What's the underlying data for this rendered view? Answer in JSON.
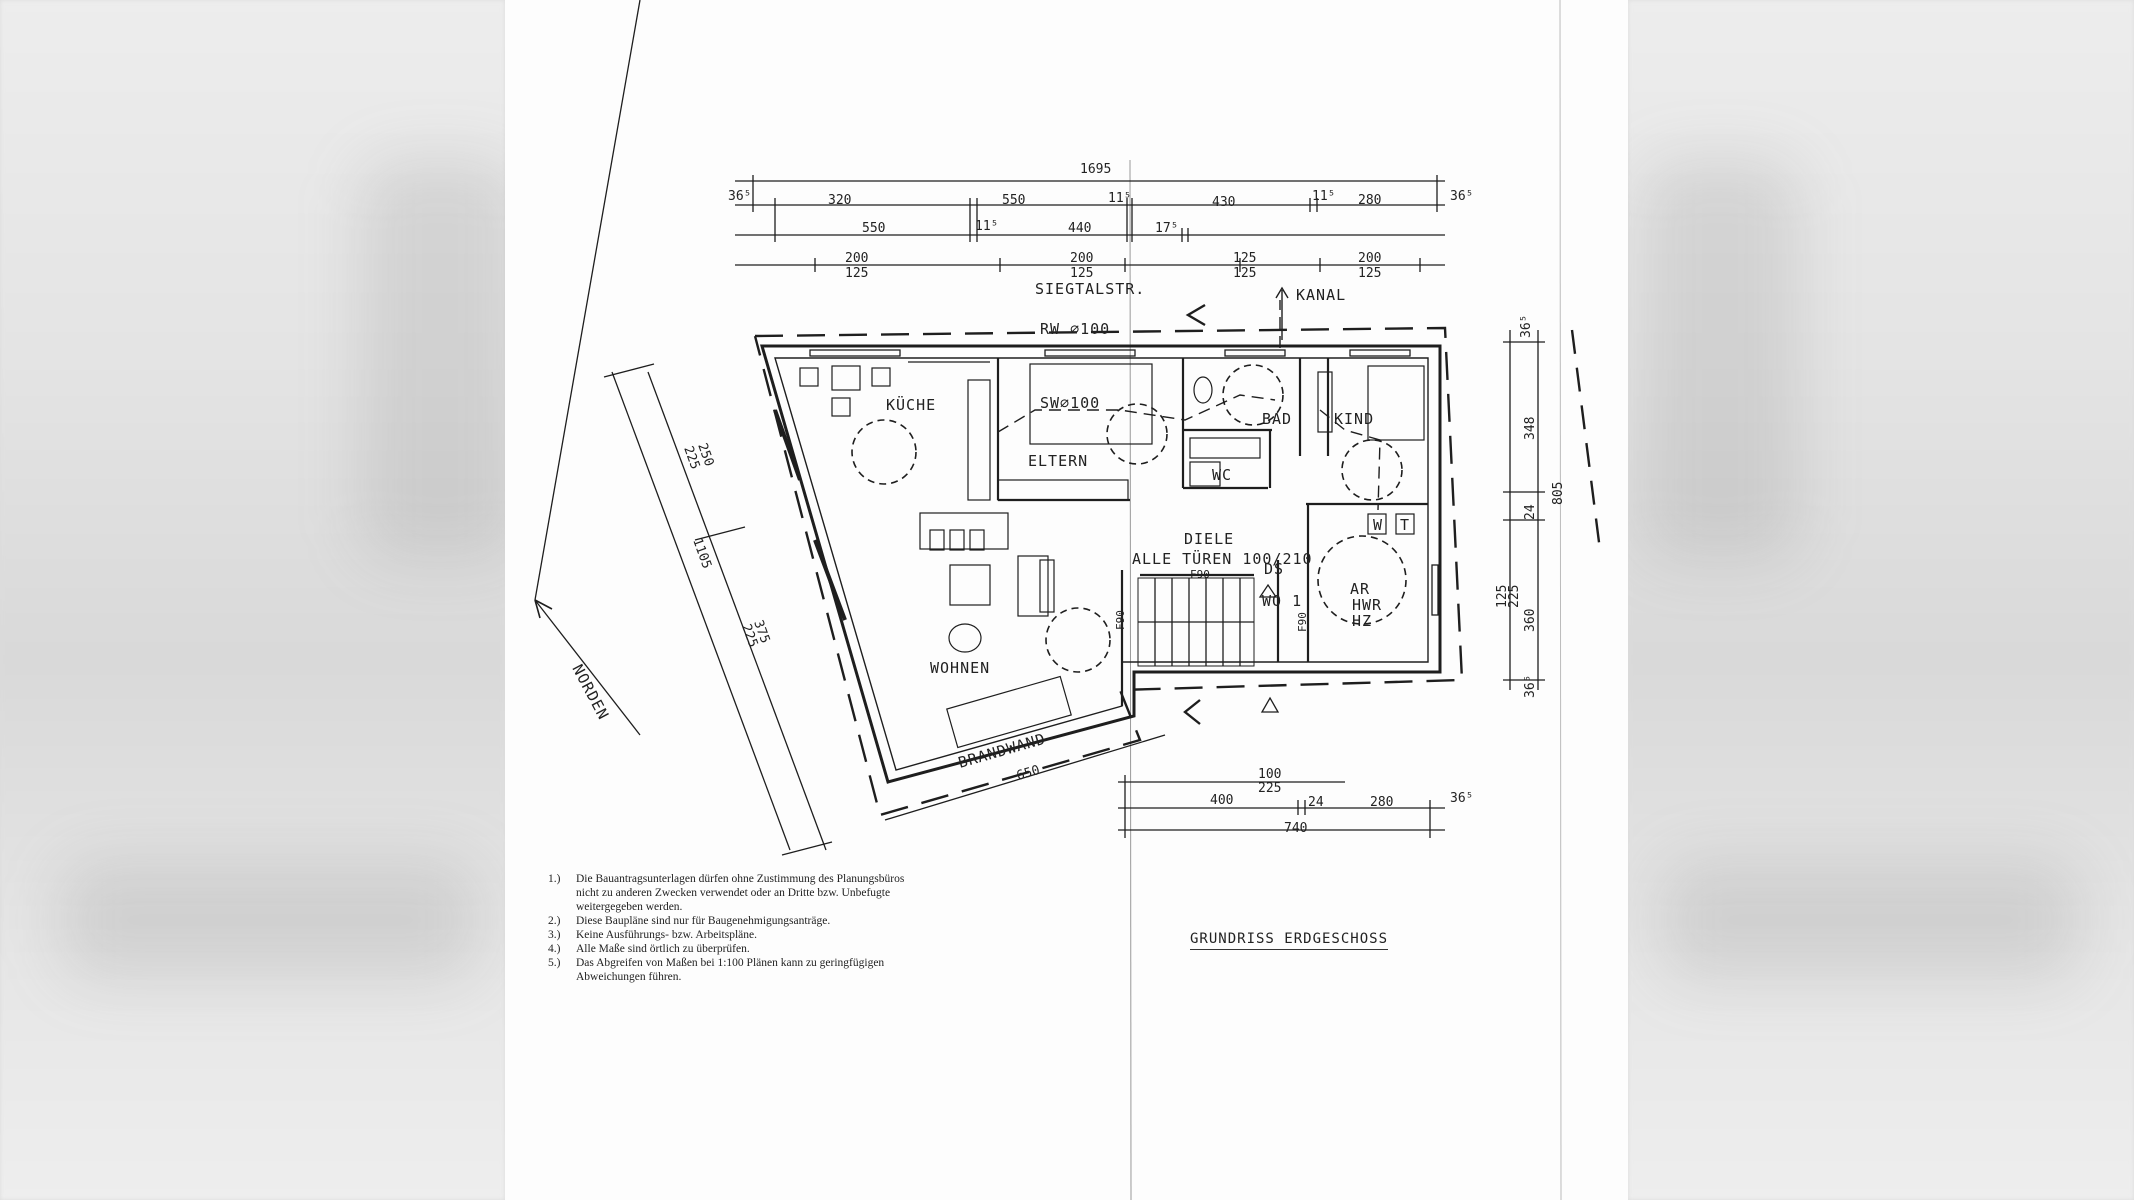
{
  "rooms": {
    "kueche": "KÜCHE",
    "eltern": "ELTERN",
    "sw": "SW⌀100",
    "bad": "BAD",
    "kind": "KIND",
    "wc": "WC",
    "diele": "DIELE",
    "alle_tueren": "ALLE TÜREN 100/210",
    "ds": "DS",
    "wo1": "WO 1",
    "ar": "AR",
    "hwr": "HWR",
    "hz": "HZ",
    "wohnen": "WOHNEN",
    "w": "W",
    "t": "T",
    "f90_a": "F90",
    "f90_b": "F90",
    "f90_c": "F90"
  },
  "labels": {
    "street": "SIEGTALSTR.",
    "kanal": "KANAL",
    "rw": "RW ⌀100",
    "brandwand": "BRANDWAND",
    "norden": "NORDEN"
  },
  "dims_top": {
    "total": "1695",
    "r1": [
      "36⁵",
      "320",
      "550",
      "11⁵",
      "430",
      "11⁵",
      "280",
      "36⁵"
    ],
    "r2": [
      "550",
      "11⁵",
      "440",
      "17⁵"
    ],
    "r3_top": [
      "200",
      "200",
      "125",
      "200"
    ],
    "r3_bot": [
      "125",
      "125",
      "125",
      "125"
    ]
  },
  "dims_bottom": {
    "top_a": "100",
    "top_b": "225",
    "row": [
      "400",
      "24",
      "280",
      "36⁵"
    ],
    "total": "740"
  },
  "dims_right": [
    "36⁵",
    "348",
    "24",
    "805",
    "125",
    "225",
    "360",
    "36⁵"
  ],
  "dims_left": [
    "250",
    "225",
    "1105",
    "375",
    "225"
  ],
  "dim_brandwand": "650",
  "title": "GRUNDRISS ERDGESCHOSS",
  "notes": [
    {
      "num": "1.)",
      "text": "Die Bauantragsunterlagen dürfen ohne Zustimmung des Planungsbüros nicht zu anderen Zwecken verwendet oder an Dritte bzw. Unbefugte weitergegeben werden."
    },
    {
      "num": "2.)",
      "text": "Diese Baupläne sind nur für Baugenehmigungsanträge."
    },
    {
      "num": "3.)",
      "text": "Keine Ausführungs- bzw. Arbeitspläne."
    },
    {
      "num": "4.)",
      "text": "Alle Maße sind örtlich zu überprüfen."
    },
    {
      "num": "5.)",
      "text": "Das Abgreifen von Maßen bei 1:100 Plänen kann zu geringfügigen Abweichungen führen."
    }
  ]
}
